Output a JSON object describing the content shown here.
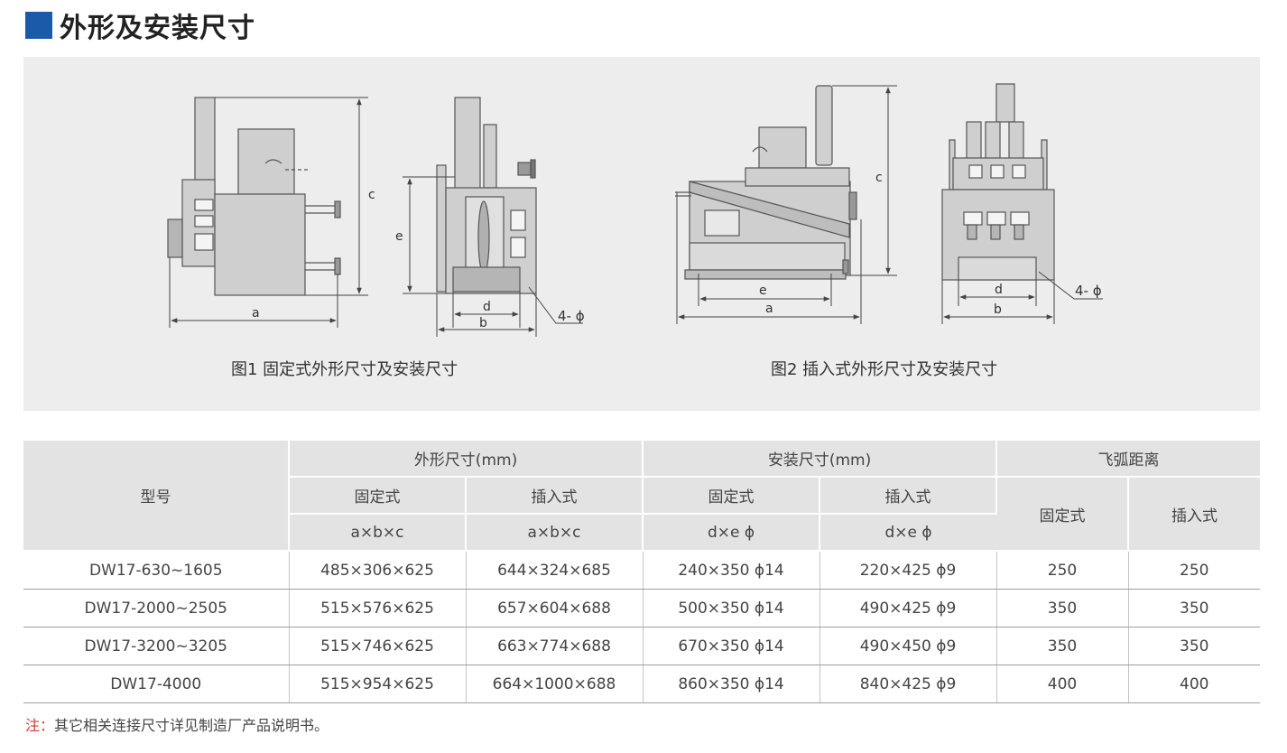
{
  "section_title": "外形及安装尺寸",
  "figures": {
    "fig1": {
      "caption": "图1 固定式外形尺寸及安装尺寸",
      "dims": {
        "a": "a",
        "b": "b",
        "c": "c",
        "d": "d",
        "e": "e",
        "phi": "4- ϕ"
      }
    },
    "fig2": {
      "caption": "图2 插入式外形尺寸及安装尺寸",
      "dims": {
        "a": "a",
        "b": "b",
        "c": "c",
        "d": "d",
        "e": "e",
        "phi": "4- ϕ"
      }
    }
  },
  "table": {
    "model_header": "型号",
    "outline_header": "外形尺寸(mm)",
    "install_header": "安装尺寸(mm)",
    "arc_header": "飞弧距离",
    "fixed": "固定式",
    "plugin": "插入式",
    "outline_formula": "a×b×c",
    "install_formula": "d×e ϕ",
    "rows": [
      [
        "DW17-630~1605",
        "485×306×625",
        "644×324×685",
        "240×350 ϕ14",
        "220×425 ϕ9",
        "250",
        "250"
      ],
      [
        "DW17-2000~2505",
        "515×576×625",
        "657×604×688",
        "500×350 ϕ14",
        "490×425 ϕ9",
        "350",
        "350"
      ],
      [
        "DW17-3200~3205",
        "515×746×625",
        "663×774×688",
        "670×350 ϕ14",
        "490×450 ϕ9",
        "350",
        "350"
      ],
      [
        "DW17-4000",
        "515×954×625",
        "664×1000×688",
        "860×350 ϕ14",
        "840×425 ϕ9",
        "400",
        "400"
      ]
    ]
  },
  "note": {
    "label": "注：",
    "text": "其它相关连接尺寸详见制造厂产品说明书。"
  }
}
